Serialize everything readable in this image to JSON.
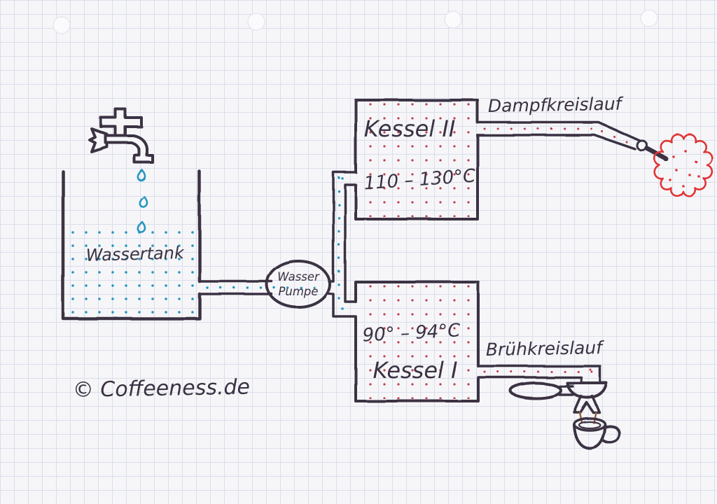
{
  "labels": {
    "tank": "Wassertank",
    "pump_line1": "Wasser",
    "pump_line2": "Pumpe",
    "boiler2_name": "Kessel II",
    "boiler2_temp": "110 – 130°C",
    "steam_circuit": "Dampfkreislauf",
    "boiler1_name": "Kessel I",
    "boiler1_temp": "90° – 94°C",
    "brew_circuit": "Brühkreislauf",
    "watermark": "© Coffeeness.de"
  },
  "icons": {
    "faucet": "faucet-icon",
    "water_drops": "water-drops-icon",
    "steam_wand": "steam-wand-icon",
    "steam_cloud": "steam-cloud-icon",
    "portafilter": "portafilter-icon",
    "espresso_cup": "espresso-cup-icon"
  },
  "colors": {
    "ink": "#3a3142",
    "cold": "#2596be",
    "hot": "#c23b4e",
    "steam": "#e03636",
    "coffee": "#9a5b35",
    "paper": "#f6f6f9",
    "grid": "#dbdeea",
    "hole": "#fbfbfd"
  }
}
